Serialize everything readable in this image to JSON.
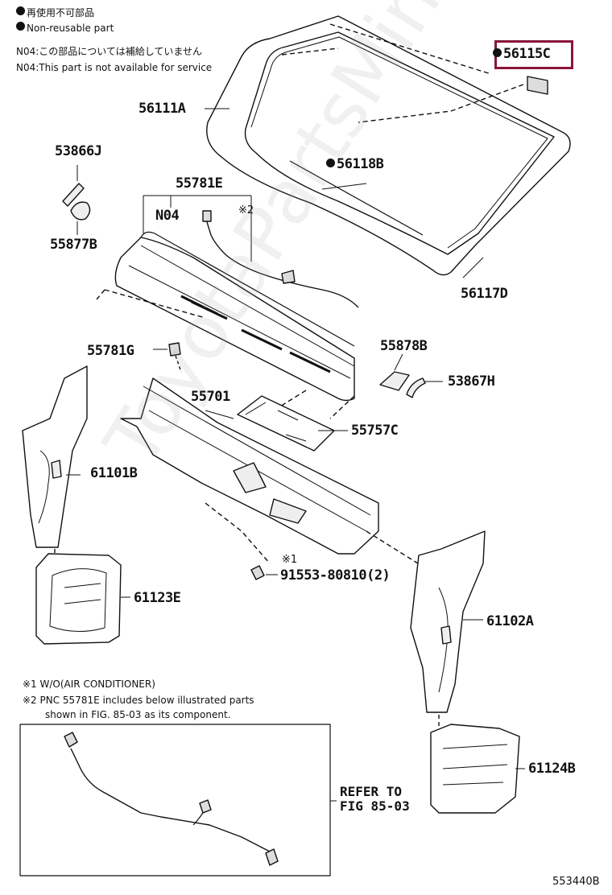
{
  "notes": {
    "nonreusable_jp": "再使用不可部品",
    "nonreusable_en": "Non-reusable part",
    "n04_jp": "N04:この部品については補給していません",
    "n04_en": "N04:This part is not available for service"
  },
  "parts": {
    "p56115c": "56115C",
    "p56111a": "56111A",
    "p56118b": "56118B",
    "p56117d": "56117D",
    "p53866j": "53866J",
    "p55877b": "55877B",
    "p55781e": "55781E",
    "n04": "N04",
    "mark2": "※2",
    "p55781g": "55781G",
    "p55878b": "55878B",
    "p53867h": "53867H",
    "p55701": "55701",
    "p55757c": "55757C",
    "p61101b": "61101B",
    "mark1": "※1",
    "p91553": "91553-80810(2)",
    "p61123e": "61123E",
    "p61102a": "61102A",
    "p61124b": "61124B"
  },
  "footnotes": {
    "f1": "※1 W/O(AIR CONDITIONER)",
    "f2": "※2 PNC 55781E includes below illustrated parts",
    "f2b": "shown in FIG. 85-03 as its component."
  },
  "refer": {
    "line1": "REFER TO",
    "line2": "FIG 85-03"
  },
  "diagram_number": "553440B",
  "watermark": "ToyotaPartsMine.ru",
  "highlight_color": "#8a1538"
}
